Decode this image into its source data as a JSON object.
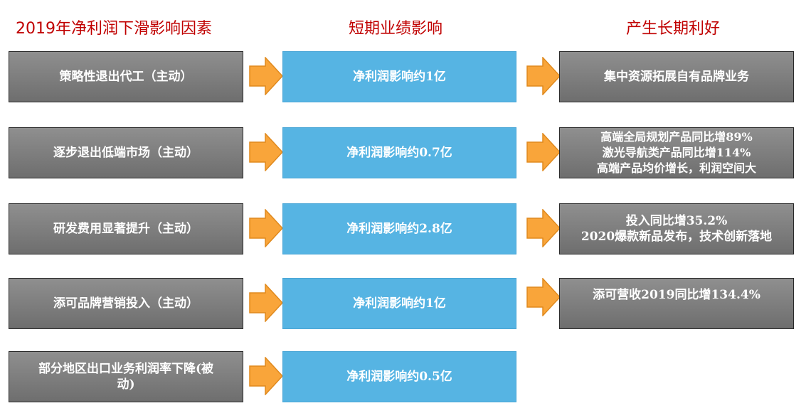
{
  "headers": {
    "factors": "2019年净利润下滑影响因素",
    "short_term": "短期业绩影响",
    "long_term": "产生长期利好"
  },
  "rows": [
    {
      "factor": "策略性退出代工（主动）",
      "impact": "净利润影响约1亿",
      "benefit": [
        "集中资源拓展自有品牌业务"
      ]
    },
    {
      "factor": "逐步退出低端市场（主动）",
      "impact": "净利润影响约0.7亿",
      "benefit": [
        "高端全局规划产品同比增89%",
        "激光导航类产品同比增114%",
        "高端产品均价增长，利润空间大"
      ]
    },
    {
      "factor": "研发费用显著提升（主动）",
      "impact": "净利润影响约2.8亿",
      "benefit": [
        "投入同比增35.2%",
        "2020爆款新品发布，技术创新落地"
      ]
    },
    {
      "factor": "添可品牌营销投入（主动）",
      "impact": "净利润影响约1亿",
      "benefit": [
        "添可营收2019同比增134.4%"
      ]
    },
    {
      "factor": "部分地区出口业务利润率下降(被动)",
      "factor_lines": [
        "部分地区出口业务利润率下降(被",
        "动)"
      ],
      "impact": "净利润影响约0.5亿",
      "benefit": []
    }
  ],
  "colors": {
    "header_text": "#c00000",
    "factor_box": "#7f7f7f",
    "impact_box": "#56b4e3",
    "arrow": "#f9a53a",
    "arrow_border": "#e08a1e"
  }
}
